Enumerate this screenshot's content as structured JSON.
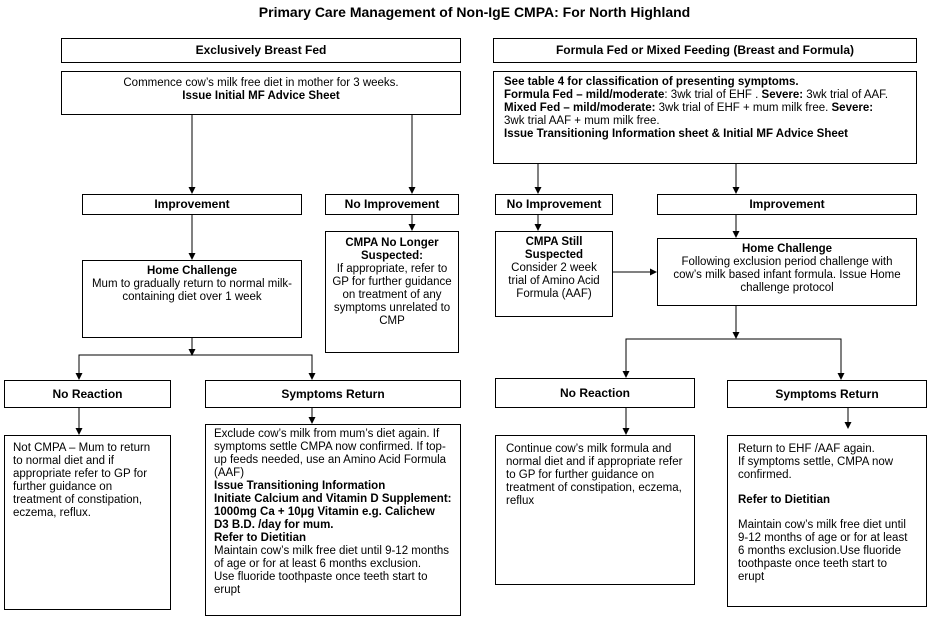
{
  "title": "Primary Care Management of Non-IgE CMPA: For North Highland",
  "left": {
    "header": "Exclusively Breast Fed",
    "start": {
      "line1": "Commence cow’s milk free diet in mother for 3 weeks.",
      "line2": "Issue Initial MF Advice Sheet"
    },
    "improvement": "Improvement",
    "no_improvement": "No Improvement",
    "home_challenge": {
      "title": "Home Challenge",
      "text": "Mum to gradually return to normal milk-containing diet over 1 week"
    },
    "no_longer": {
      "title": "CMPA No Longer Suspected:",
      "text": "If appropriate, refer to GP for further guidance on treatment of any symptoms unrelated to CMP"
    },
    "no_reaction": "No Reaction",
    "symptoms_return": "Symptoms Return",
    "not_cmpa": "Not CMPA – Mum to return to normal diet and if appropriate refer to GP for further guidance on treatment of constipation, eczema, reflux.",
    "exclude": {
      "p1": "Exclude cow’s milk from mum’s diet again. If symptoms settle CMPA now confirmed.  If top-up feeds needed, use an Amino Acid Formula (AAF)",
      "b1": "Issue Transitioning Information",
      "b2": "Initiate Calcium and Vitamin D Supplement: 1000mg Ca + 10µg Vitamin e.g. Calichew D3 B.D. /day for mum.",
      "b3": "Refer to Dietitian",
      "p2": "Maintain cow’s milk free diet until 9-12 months of age or for at least 6 months exclusion.",
      "p3": "Use fluoride toothpaste once teeth start to erupt"
    }
  },
  "right": {
    "header": "Formula Fed or Mixed Feeding (Breast and Formula)",
    "start": {
      "l1": "See table 4 for classification of presenting symptoms.",
      "ff_label": "Formula Fed – mild/moderate",
      "ff_text": ": 3wk trial of EHF . ",
      "ff_severe": "Severe:",
      "ff_severe_text": " 3wk trial of AAF.",
      "mf_label": "Mixed Fed – mild/moderate:",
      "mf_text": " 3wk trial of EHF  + mum milk free. ",
      "mf_severe": "Severe:",
      "mf_severe_text": "3wk trial AAF  + mum milk free.",
      "l4": "Issue Transitioning Information sheet & Initial MF Advice Sheet"
    },
    "no_improvement": "No Improvement",
    "improvement": "Improvement",
    "still": {
      "title": "CMPA Still Suspected",
      "text": "Consider 2 week trial of Amino Acid Formula (AAF)"
    },
    "home_challenge": {
      "title": "Home Challenge",
      "text": "Following exclusion period challenge with cow’s milk based infant formula.  Issue Home challenge protocol"
    },
    "no_reaction": "No Reaction",
    "symptoms_return": "Symptoms Return",
    "continue": "Continue cow’s milk formula and normal diet and if appropriate refer to GP for further guidance on treatment of constipation, eczema, reflux",
    "return": {
      "p1": "Return to EHF /AAF again.",
      "p2": "If symptoms settle, CMPA now confirmed.",
      "b1": "Refer to Dietitian",
      "p3": "Maintain cow’s milk free diet until 9-12 months of age or for at least 6 months exclusion.Use fluoride toothpaste once teeth start to erupt"
    }
  }
}
